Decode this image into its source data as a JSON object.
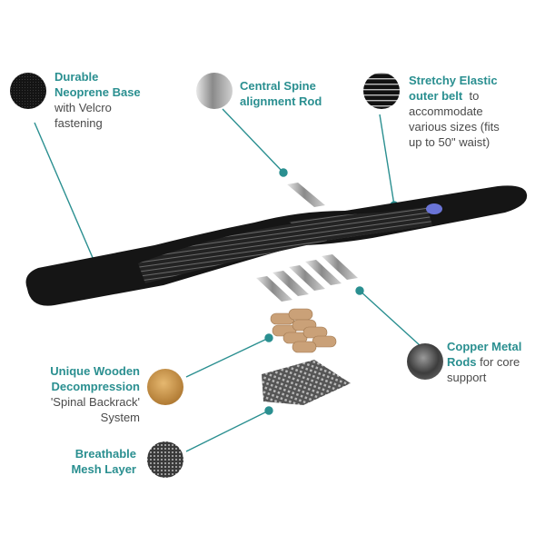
{
  "colors": {
    "accent": "#2a8f90",
    "text": "#4a4a4a",
    "belt": "#1c1c1c",
    "copper": "#c7a47a",
    "rod": "#c9c9c9"
  },
  "callouts": {
    "neoprene": {
      "bold": [
        "Durable",
        "Neoprene Base"
      ],
      "normal": [
        "with Velcro",
        "fastening"
      ],
      "swatch": "neoprene-swatch-icon"
    },
    "spine": {
      "bold": [
        "Central Spine",
        "alignment Rod"
      ],
      "normal": [],
      "swatch": "metal-swatch-icon"
    },
    "elastic": {
      "bold": [
        "Stretchy Elastic",
        "outer belt"
      ],
      "inline": "to",
      "normal": [
        "accommodate",
        "various sizes (fits",
        "up to 50\" waist)"
      ],
      "swatch": "elastic-swatch-icon"
    },
    "copper": {
      "bold": [
        "Copper Metal",
        "Rods"
      ],
      "inline": "for core",
      "normal": [
        "support"
      ],
      "swatch": "copper-swatch-icon"
    },
    "wooden": {
      "bold": [
        "Unique Wooden",
        "Decompression"
      ],
      "normal": [
        "'Spinal Backrack'",
        "System"
      ],
      "swatch": "wood-swatch-icon"
    },
    "mesh": {
      "bold": [
        "Breathable",
        "Mesh Layer"
      ],
      "normal": [],
      "swatch": "mesh-swatch-icon"
    }
  }
}
